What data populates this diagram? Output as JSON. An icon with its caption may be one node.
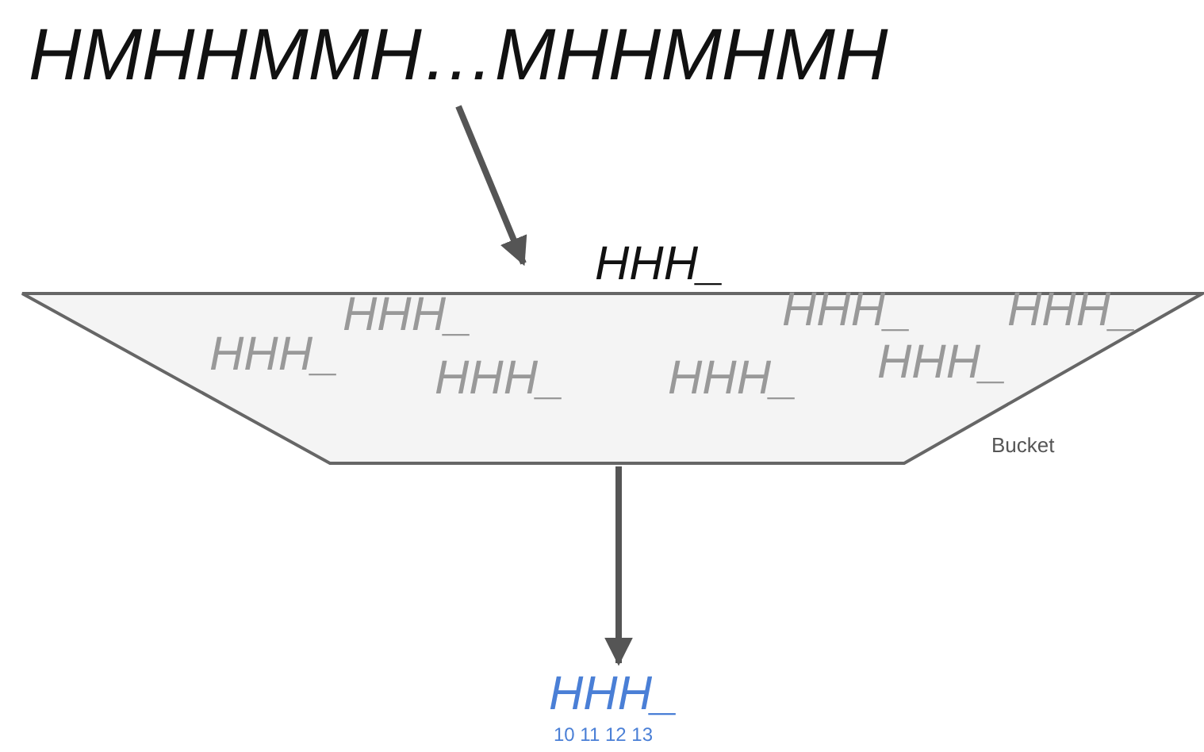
{
  "diagram": {
    "nodes": [
      {
        "text": [
          "HMHHMMH…MHHMHMH"
        ]
      },
      {
        "text": [
          "HHH_",
          "HHH_",
          "HHH_",
          "HHH_",
          "HHH_",
          "HHH_",
          "HHH_"
        ],
        "beside": [
          "HHH_",
          "Bucket"
        ]
      },
      {
        "text": [
          "HHH_"
        ],
        "beside": [
          "10 11 12 13"
        ]
      }
    ],
    "edges": [
      {
        "from": 0,
        "to": 1,
        "arrow": "to"
      },
      {
        "from": 1,
        "to": 2,
        "arrow": "to"
      }
    ]
  }
}
